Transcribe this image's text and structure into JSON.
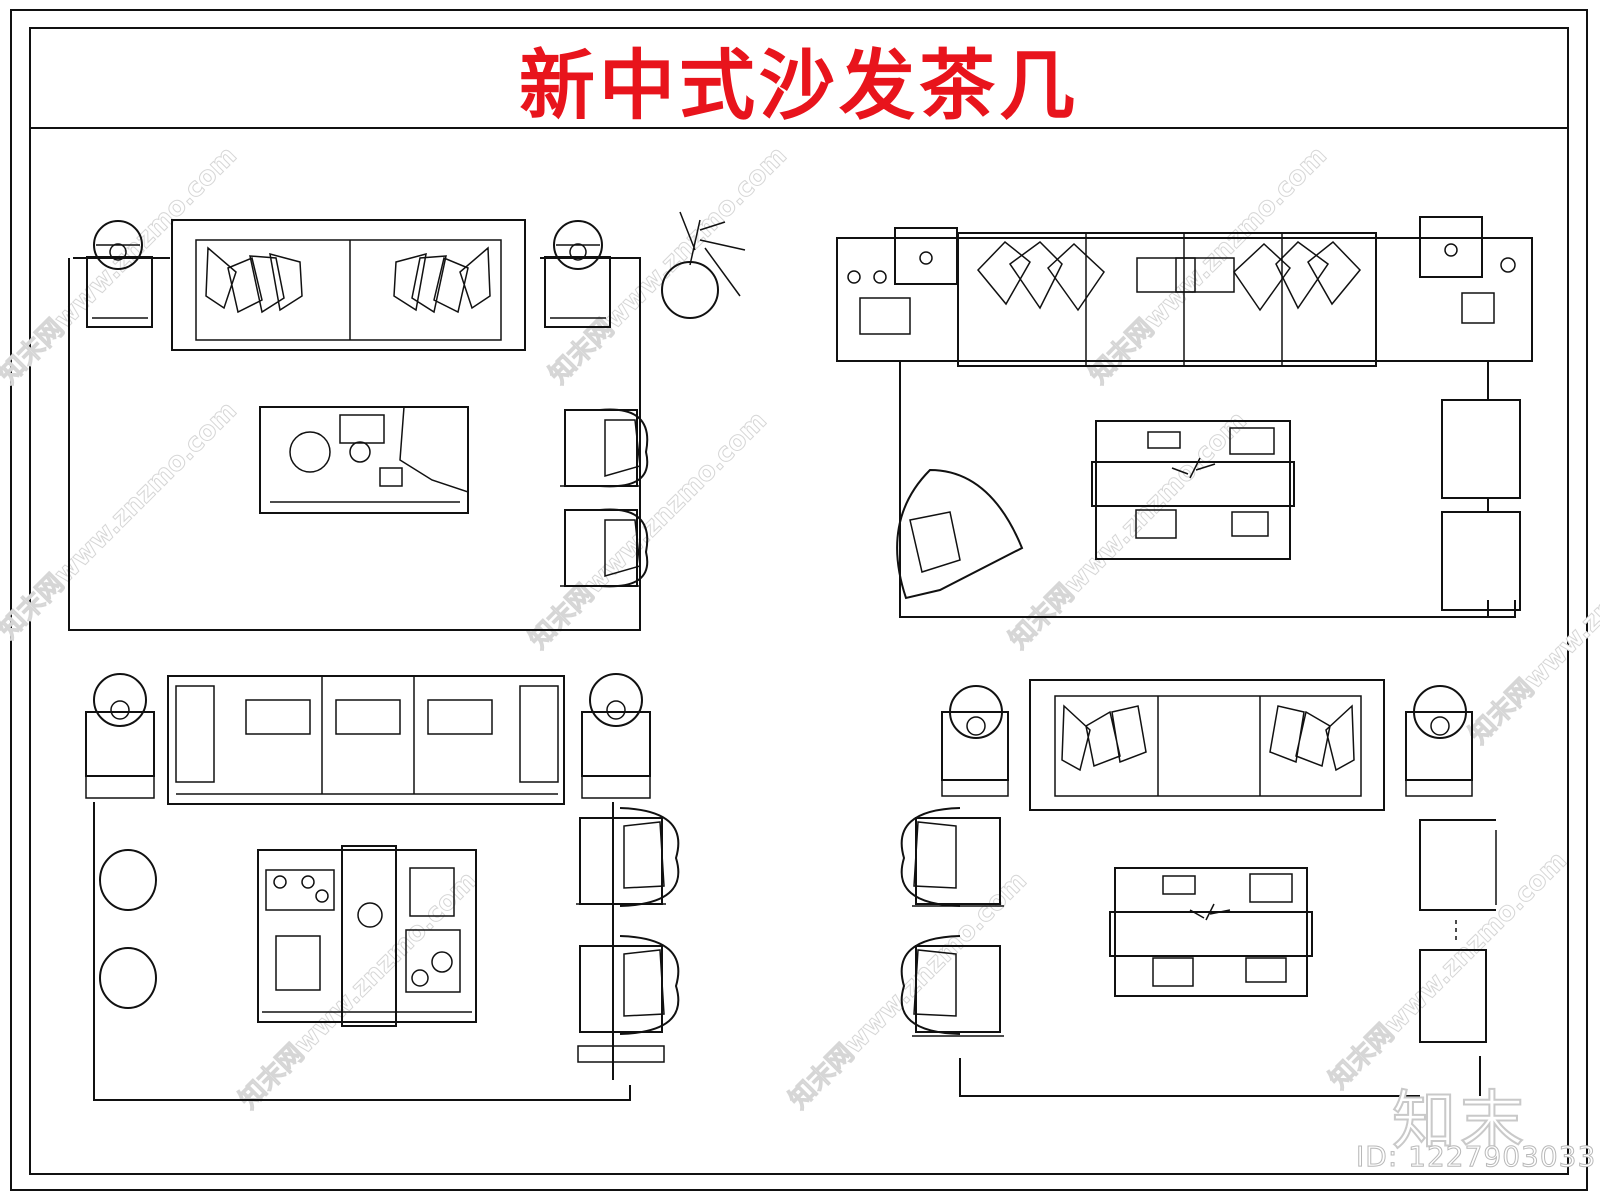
{
  "title": "新中式沙发茶几",
  "title_color": "#e8141c",
  "watermark": "知末网www.znzmo.com",
  "logo": "知末",
  "id_label": "ID: 1227903033",
  "layouts": [
    {
      "name": "top-left",
      "icon": "sofa-plan-icon"
    },
    {
      "name": "top-right",
      "icon": "sofa-plan-icon"
    },
    {
      "name": "bottom-left",
      "icon": "sofa-plan-icon"
    },
    {
      "name": "bottom-right",
      "icon": "sofa-plan-icon"
    }
  ]
}
